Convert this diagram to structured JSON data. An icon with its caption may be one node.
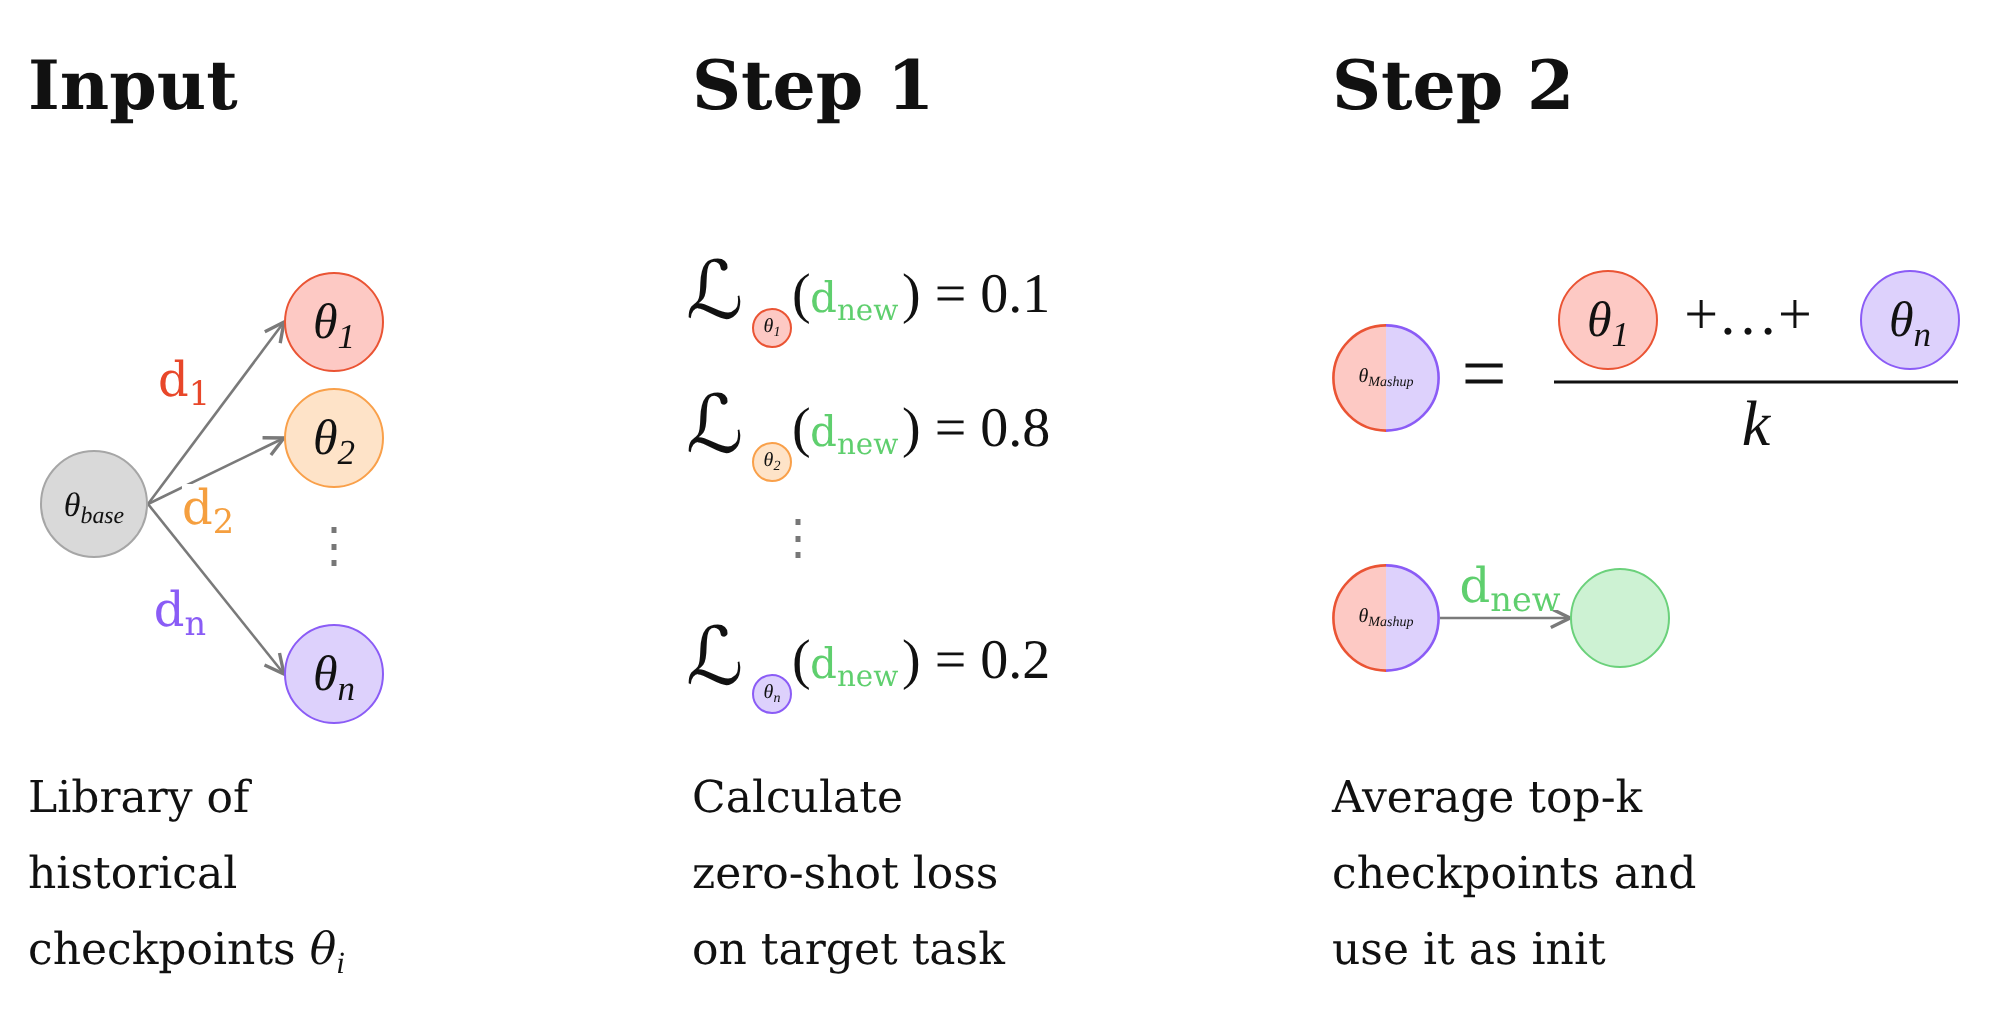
{
  "diagram": {
    "nodes": [
      {
        "text": [
          "θ$_{base}$"
        ]
      },
      {
        "text": [
          "θ$_{1}$"
        ]
      },
      {
        "text": [
          "θ$_{2}$"
        ]
      },
      {
        "text": [
          "θ$_{n}$"
        ]
      },
      {
        "text": [
          "θ$_{1}$"
        ]
      },
      {
        "text": [
          "θ$_{2}$"
        ]
      },
      {
        "text": [
          "θ$_{n}$"
        ]
      },
      {
        "text": [
          "θ$_{Mashup}$"
        ]
      },
      {
        "text": [
          "θ$_{1}$"
        ]
      },
      {
        "text": [
          "θ$_{n}$"
        ]
      },
      {
        "text": [
          "θ$_{Mashup}$"
        ]
      },
      {
        "text": [],
        "shape": "circle"
      }
    ],
    "edges": [
      {
        "from": 0,
        "to": 1,
        "arrow": "to",
        "label": "d$_{1}$"
      },
      {
        "from": 0,
        "to": 2,
        "arrow": "to",
        "label": "d$_{2}$"
      },
      {
        "from": 0,
        "to": 3,
        "arrow": "to",
        "label": "d$_{n}$"
      },
      {
        "from": 10,
        "to": 11,
        "arrow": "to",
        "label": "d$_{new}$"
      }
    ],
    "labels": [
      "Input",
      "Step 1",
      "Step 2",
      "⋮",
      "ℒ",
      "(",
      "d$_{new}$",
      ") = 0.1",
      "ℒ",
      "(",
      "d$_{new}$",
      ") = 0.8",
      "⋮",
      "ℒ",
      "(",
      "d$_{new}$",
      ") = 0.2",
      "=",
      "+…+",
      "k",
      "Library of historical checkpoints *θ*$_{i}$",
      "Calculate zero-shot loss on target task",
      "Average top-k checkpoints and use it as init"
    ]
  }
}
